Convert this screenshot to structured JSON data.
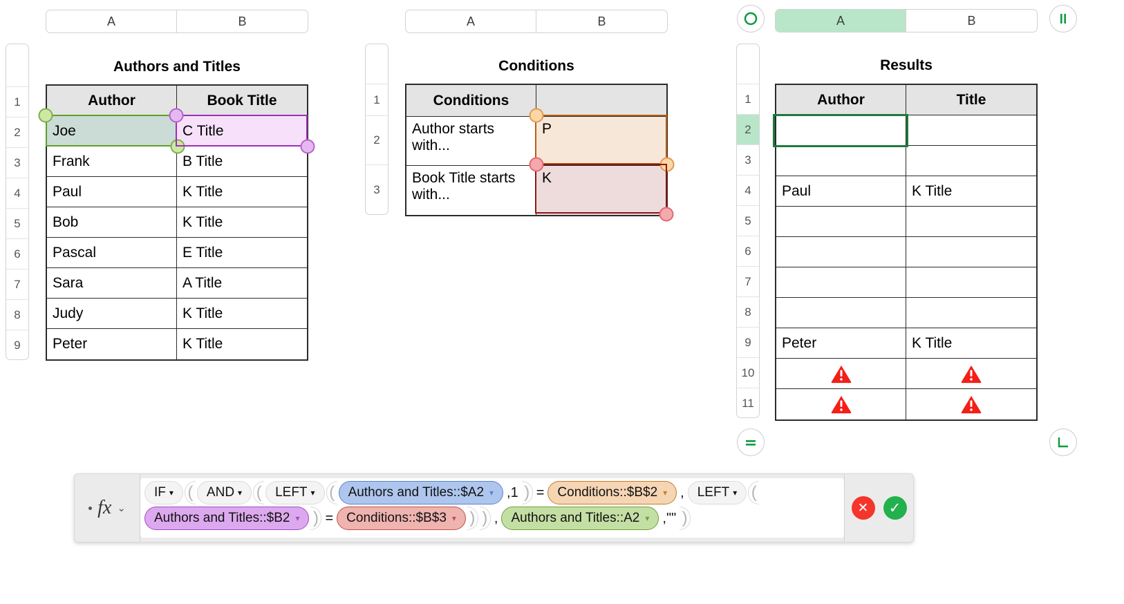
{
  "tables": [
    {
      "id": "authors-and-titles",
      "title": "Authors and Titles",
      "column_headers": [
        "A",
        "B"
      ],
      "row_headers": [
        "1",
        "2",
        "3",
        "4",
        "5",
        "6",
        "7",
        "8",
        "9"
      ],
      "header_row": [
        "Author",
        "Book Title"
      ],
      "rows": [
        [
          "Joe",
          "C Title"
        ],
        [
          "Frank",
          "B Title"
        ],
        [
          "Paul",
          "K Title"
        ],
        [
          "Bob",
          "K Title"
        ],
        [
          "Pascal",
          "E Title"
        ],
        [
          "Sara",
          "A Title"
        ],
        [
          "Judy",
          "K Title"
        ],
        [
          "Peter",
          "K Title"
        ]
      ]
    },
    {
      "id": "conditions",
      "title": "Conditions",
      "column_headers": [
        "A",
        "B"
      ],
      "row_headers": [
        "1",
        "2",
        "3"
      ],
      "header_row": [
        "Conditions",
        ""
      ],
      "rows": [
        [
          "Author starts with...",
          "P"
        ],
        [
          "Book Title starts with...",
          "K"
        ]
      ]
    },
    {
      "id": "results",
      "title": "Results",
      "column_headers": [
        "A",
        "B"
      ],
      "selected_column": "A",
      "row_headers": [
        "1",
        "2",
        "3",
        "4",
        "5",
        "6",
        "7",
        "8",
        "9",
        "10",
        "11"
      ],
      "selected_row": "2",
      "header_row": [
        "Author",
        "Title"
      ],
      "rows": [
        [
          "",
          ""
        ],
        [
          "",
          ""
        ],
        [
          "Paul",
          "K Title"
        ],
        [
          "",
          ""
        ],
        [
          "",
          ""
        ],
        [
          "",
          ""
        ],
        [
          "",
          ""
        ],
        [
          "Peter",
          "K Title"
        ],
        [
          "error",
          "error"
        ],
        [
          "error",
          "error"
        ]
      ]
    }
  ],
  "icons": {
    "table_handle_circle": "circle-outline-icon",
    "table_handle_rows": "pause-bars-icon",
    "table_handle_equals": "equals-icon",
    "table_handle_corner": "resize-corner-icon",
    "cell_error": "warning-triangle-icon",
    "formula_function": "fx-icon",
    "formula_chevron": "chevron-down-icon",
    "formula_cancel": "close-icon",
    "formula_accept": "check-icon"
  },
  "formula_bar": {
    "fx_label": "fx",
    "chevron": "⌄",
    "cancel_label": "✕",
    "accept_label": "✓",
    "tokens": [
      {
        "kind": "fn",
        "text": "IF",
        "caret": "▾"
      },
      {
        "kind": "open",
        "text": "("
      },
      {
        "kind": "fn",
        "text": "AND",
        "caret": "▾"
      },
      {
        "kind": "open",
        "text": "("
      },
      {
        "kind": "fn",
        "text": "LEFT",
        "caret": "▾"
      },
      {
        "kind": "open",
        "text": "("
      },
      {
        "kind": "ref",
        "text": "Authors and Titles::$A2",
        "caret": "▾",
        "color": "blue"
      },
      {
        "kind": "plain",
        "text": ",1"
      },
      {
        "kind": "close",
        "text": ")"
      },
      {
        "kind": "plain",
        "text": "="
      },
      {
        "kind": "ref",
        "text": "Conditions::$B$2",
        "caret": "▾",
        "color": "orange"
      },
      {
        "kind": "plain",
        "text": ","
      },
      {
        "kind": "fn",
        "text": "LEFT",
        "caret": "▾"
      },
      {
        "kind": "open",
        "text": "("
      },
      {
        "kind": "ref",
        "text": "Authors and Titles::$B2",
        "caret": "▾",
        "color": "purple"
      },
      {
        "kind": "close",
        "text": ")"
      },
      {
        "kind": "plain",
        "text": "="
      },
      {
        "kind": "ref",
        "text": "Conditions::$B$3",
        "caret": "▾",
        "color": "red"
      },
      {
        "kind": "close",
        "text": ")"
      },
      {
        "kind": "close",
        "text": ")"
      },
      {
        "kind": "plain",
        "text": ","
      },
      {
        "kind": "ref",
        "text": "Authors and Titles::A2",
        "caret": "▾",
        "color": "green"
      },
      {
        "kind": "plain",
        "text": ",\"\""
      },
      {
        "kind": "close",
        "text": ")"
      }
    ]
  },
  "colors": {
    "ref_blue_fill": "#aec6ee",
    "ref_blue_border": "#5b82c9",
    "ref_orange_fill": "#f5d5b4",
    "ref_orange_border": "#c97b29",
    "ref_purple_fill": "#dda9ee",
    "ref_purple_border": "#a24bc2",
    "ref_red_fill": "#efb3b0",
    "ref_red_border": "#c0504a",
    "ref_green_fill": "#c4dfa4",
    "ref_green_border": "#6f9e3c",
    "selection_green": "#1e7a3c",
    "selection_green_light": "#b9e6c8",
    "accept_green": "#23b14d",
    "cancel_red": "#f5352b",
    "error_red": "#f41f18",
    "header_grey": "#e4e4e4",
    "grid_black": "#2b2b2b"
  }
}
